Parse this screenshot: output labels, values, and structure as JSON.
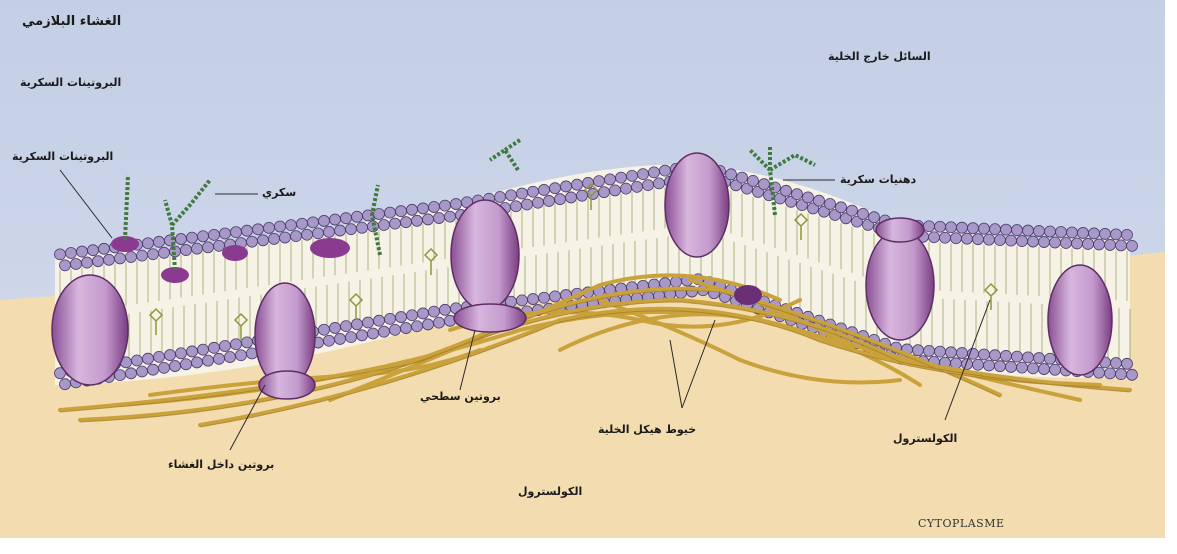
{
  "title": "الغشاء البلازمي",
  "labels": {
    "extracellular_fluid": "السائل خارج الخلية",
    "glycoproteins_top": "البروتينات السكرية",
    "glycoproteins_left": "البروتينات السكرية",
    "sugar": "سكري",
    "glycolipids": "دهنيات سكرية",
    "surface_protein": "بروتين سطحي",
    "cytoskeleton_filaments": "خيوط هيكل الخلية",
    "cholesterol_right": "الكولسترول",
    "integral_protein": "بروتين داخل الغشاء",
    "cholesterol_bottom": "الكولسترول",
    "cytoplasm": "CYTOPLASME"
  },
  "colors": {
    "outside_fluid": "#c6d2e8",
    "cytoplasm": "#f3dcb0",
    "lipid_head": "#a898c8",
    "protein": "#c7a2d0",
    "protein_dark": "#7a3e82",
    "cytoskeleton": "#c9a23c",
    "sugar_chain": "#3f7a3f"
  }
}
